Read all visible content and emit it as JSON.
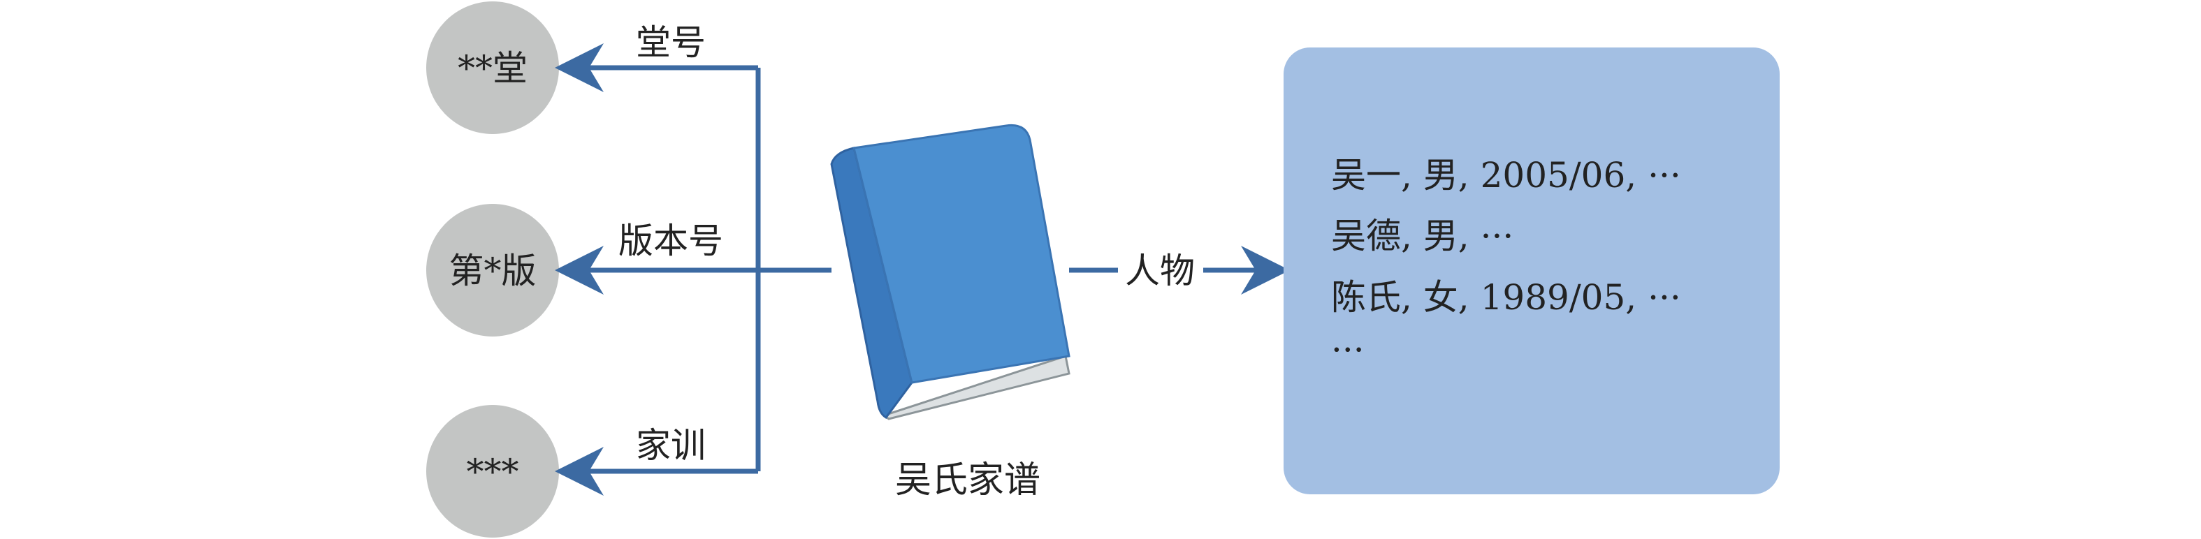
{
  "diagram": {
    "attribute_nodes": [
      {
        "id": "hall",
        "label": "**堂",
        "edge_label": "堂号"
      },
      {
        "id": "edition",
        "label": "第*版",
        "edge_label": "版本号"
      },
      {
        "id": "family_rule",
        "label": "***",
        "edge_label": "家训"
      }
    ],
    "book": {
      "label": "吴氏家谱"
    },
    "person_edge": {
      "label": "人物"
    },
    "person_list": {
      "entries": [
        "吴一, 男, 2005/06, ···",
        "吴德, 男, ···",
        "陈氏, 女, 1989/05, ···",
        "···"
      ]
    },
    "colors": {
      "node_fill": "#c3c5c4",
      "arrow": "#3c6aa2",
      "book_cover": "#4b8fd0",
      "book_spine": "#3a79bd",
      "book_pages": "#dde1e3",
      "panel_fill": "#a3bfe3"
    }
  }
}
